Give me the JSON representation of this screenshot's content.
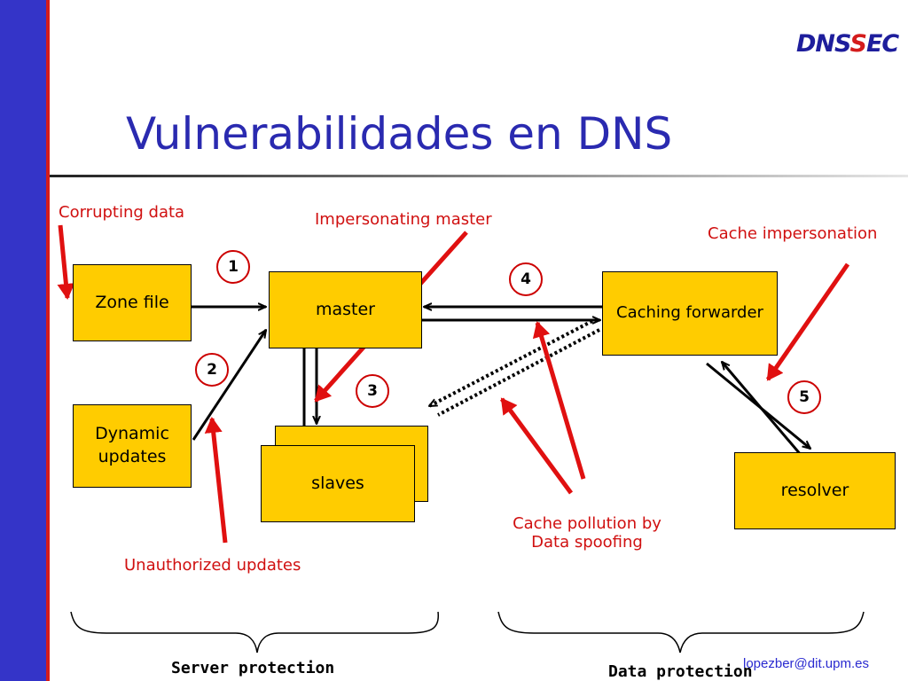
{
  "logo": {
    "part1": "DNS",
    "part2": "S",
    "part3": "EC"
  },
  "title": "Vulnerabilidades en DNS",
  "boxes": {
    "zone_file": "Zone file",
    "dynamic_line1": "Dynamic",
    "dynamic_line2": "updates",
    "master": "master",
    "slaves": "slaves",
    "caching_forwarder": "Caching forwarder",
    "resolver": "resolver"
  },
  "numbers": {
    "n1": "1",
    "n2": "2",
    "n3": "3",
    "n4": "4",
    "n5": "5"
  },
  "attacks": {
    "corrupting": "Corrupting data",
    "impersonating": "Impersonating master",
    "cache_impersonation": "Cache impersonation",
    "unauthorized": "Unauthorized updates",
    "pollution_line1": "Cache pollution by",
    "pollution_line2": "Data spoofing"
  },
  "groups": {
    "server": "Server protection",
    "data": "Data protection"
  },
  "footer": {
    "email": "lopezber@dit.upm.es"
  },
  "colors": {
    "box_fill": "#ffcc00",
    "attack_red": "#d01010",
    "title_blue": "#2a2ab0",
    "sidebar": "#3434c8"
  }
}
